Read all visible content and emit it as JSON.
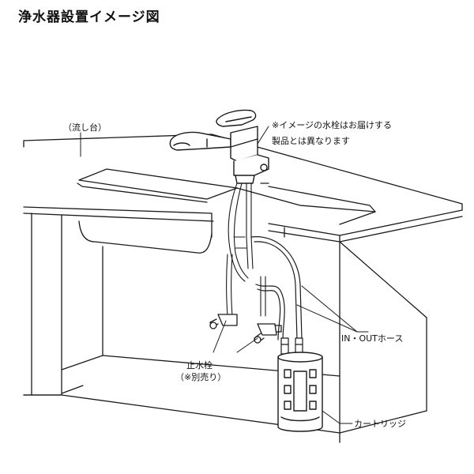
{
  "title": "浄水器設置イメージ図",
  "labels": {
    "sink_counter": "（流し台）",
    "faucet_note_line1": "※イメージの水栓はお届けする",
    "faucet_note_line2": "製品とは異なります",
    "hoses": "IN・OUTホース",
    "valve_line1": "止水栓",
    "valve_line2": "（※別売り）",
    "cartridge": "カートリッジ"
  }
}
